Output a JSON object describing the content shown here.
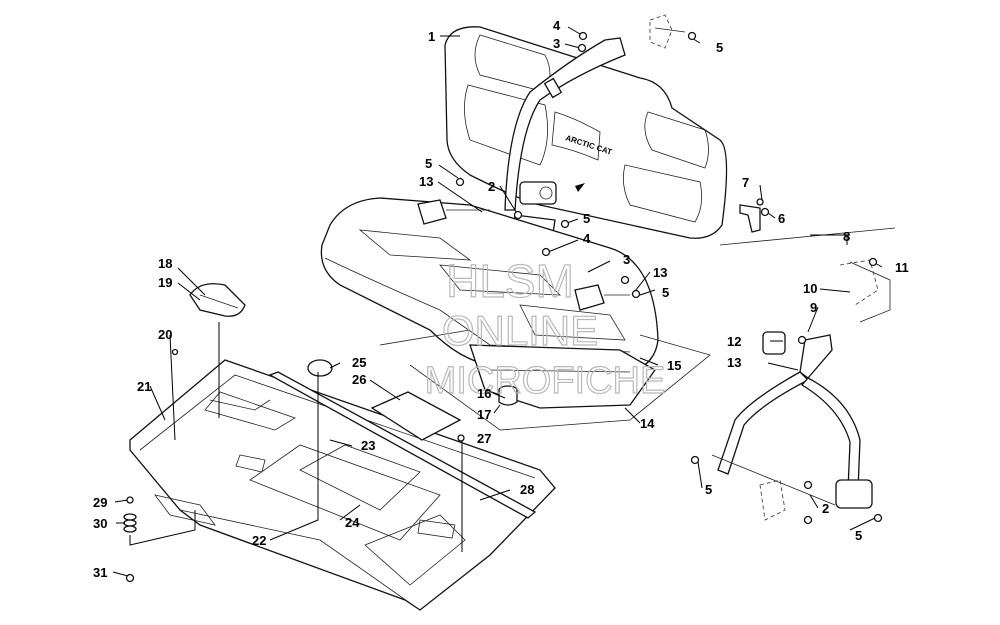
{
  "callouts": [
    {
      "id": "c1",
      "text": "1"
    },
    {
      "id": "c2a",
      "text": "2"
    },
    {
      "id": "c2b",
      "text": "2"
    },
    {
      "id": "c3a",
      "text": "3"
    },
    {
      "id": "c3b",
      "text": "3"
    },
    {
      "id": "c4a",
      "text": "4"
    },
    {
      "id": "c4b",
      "text": "4"
    },
    {
      "id": "c5a",
      "text": "5"
    },
    {
      "id": "c5b",
      "text": "5"
    },
    {
      "id": "c5c",
      "text": "5"
    },
    {
      "id": "c5d",
      "text": "5"
    },
    {
      "id": "c5e",
      "text": "5"
    },
    {
      "id": "c5f",
      "text": "5"
    },
    {
      "id": "c6",
      "text": "6"
    },
    {
      "id": "c7",
      "text": "7"
    },
    {
      "id": "c8",
      "text": "8"
    },
    {
      "id": "c9",
      "text": "9"
    },
    {
      "id": "c10",
      "text": "10"
    },
    {
      "id": "c11",
      "text": "11"
    },
    {
      "id": "c12",
      "text": "12"
    },
    {
      "id": "c13a",
      "text": "13"
    },
    {
      "id": "c13b",
      "text": "13"
    },
    {
      "id": "c13c",
      "text": "13"
    },
    {
      "id": "c14",
      "text": "14"
    },
    {
      "id": "c15",
      "text": "15"
    },
    {
      "id": "c16",
      "text": "16"
    },
    {
      "id": "c17",
      "text": "17"
    },
    {
      "id": "c18",
      "text": "18"
    },
    {
      "id": "c19",
      "text": "19"
    },
    {
      "id": "c20",
      "text": "20"
    },
    {
      "id": "c21",
      "text": "21"
    },
    {
      "id": "c22",
      "text": "22"
    },
    {
      "id": "c23",
      "text": "23"
    },
    {
      "id": "c24",
      "text": "24"
    },
    {
      "id": "c25",
      "text": "25"
    },
    {
      "id": "c26",
      "text": "26"
    },
    {
      "id": "c27",
      "text": "27"
    },
    {
      "id": "c28",
      "text": "28"
    },
    {
      "id": "c29",
      "text": "29"
    },
    {
      "id": "c30",
      "text": "30"
    },
    {
      "id": "c31",
      "text": "31"
    }
  ],
  "seat_logo_text": "ARCTIC CAT",
  "watermark": {
    "line1": "HLSM",
    "line2": "ONLINE",
    "line3": "MICROFICHE"
  }
}
